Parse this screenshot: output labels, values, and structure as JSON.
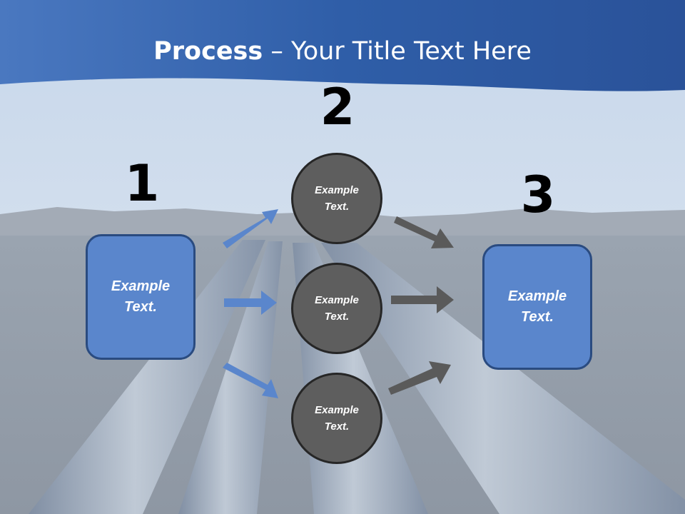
{
  "title": {
    "bold": "Process",
    "rest": " – Your Title Text Here"
  },
  "steps": {
    "one": "1",
    "two": "2",
    "three": "3"
  },
  "boxes": {
    "left": [
      "Example",
      "Text."
    ],
    "right": [
      "Example",
      "Text."
    ]
  },
  "circles": {
    "top": [
      "Example",
      "Text."
    ],
    "middle": [
      "Example",
      "Text."
    ],
    "bottom": [
      "Example",
      "Text."
    ]
  },
  "colors": {
    "header_blue": "#3a6ab8",
    "box_blue": "#5a86cc",
    "circle_gray": "#5e5e5e",
    "arrow_blue": "#5a86cc",
    "arrow_gray": "#5a5a5a"
  },
  "icons": {
    "blue_arrow": "arrow-right-icon",
    "gray_arrow": "arrow-right-icon"
  }
}
